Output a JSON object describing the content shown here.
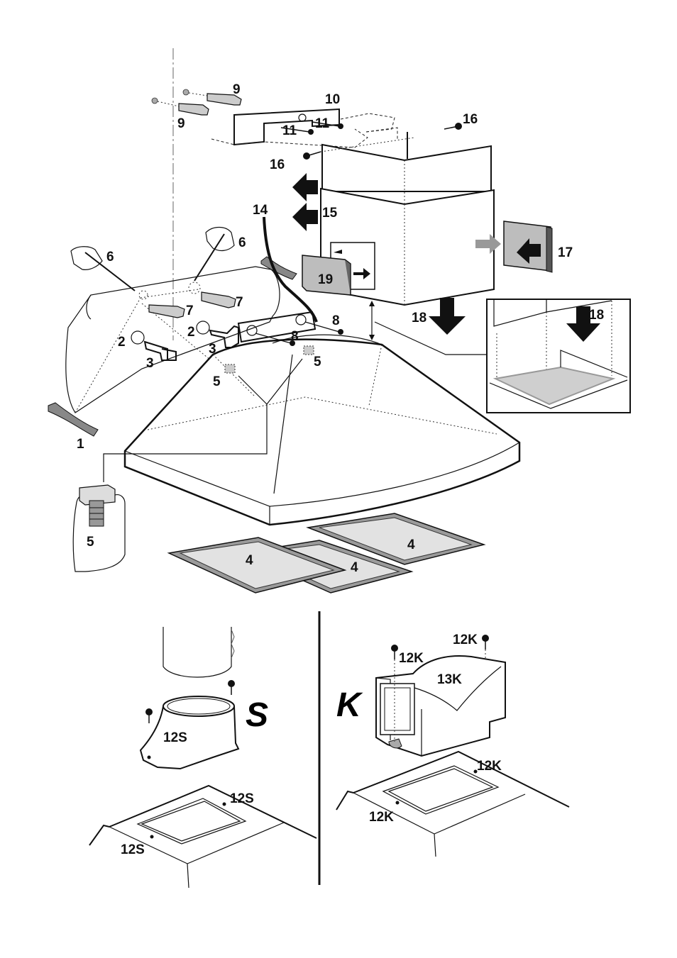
{
  "figure": {
    "callouts": {
      "wall": "1",
      "plug": "2",
      "bracket": "3",
      "filter_a": "4",
      "filter_b": "4",
      "filter_c": "4",
      "spacer_left": "5",
      "spacer_right": "5",
      "spacer_detail": "5",
      "pencil_left": "6",
      "pencil_right": "6",
      "dowel_left": "7",
      "dowel_right": "7",
      "screw_rear_left": "8",
      "screw_rear_right": "8",
      "dowel_top": "9",
      "dowel_top_lower": "9",
      "chimney_bracket": "10",
      "screw_bracket_a": "11",
      "screw_bracket_b": "11",
      "cable": "14",
      "arrow_back": "15",
      "screw_chimney_right": "16",
      "screw_chimney_left": "16",
      "side_panel": "17",
      "down_arrow": "18",
      "detail_arrow": "18",
      "front_panel": "19"
    },
    "variant_s": {
      "letter": "S",
      "adapter_label": "12S",
      "hole_label_top": "12S",
      "hole_label_bottom": "12S"
    },
    "variant_k": {
      "letter": "K",
      "screw_label_left": "12K",
      "screw_label_right": "12K",
      "connector_label": "13K",
      "hole_label_top": "12K",
      "hole_label_bottom": "12K"
    }
  }
}
